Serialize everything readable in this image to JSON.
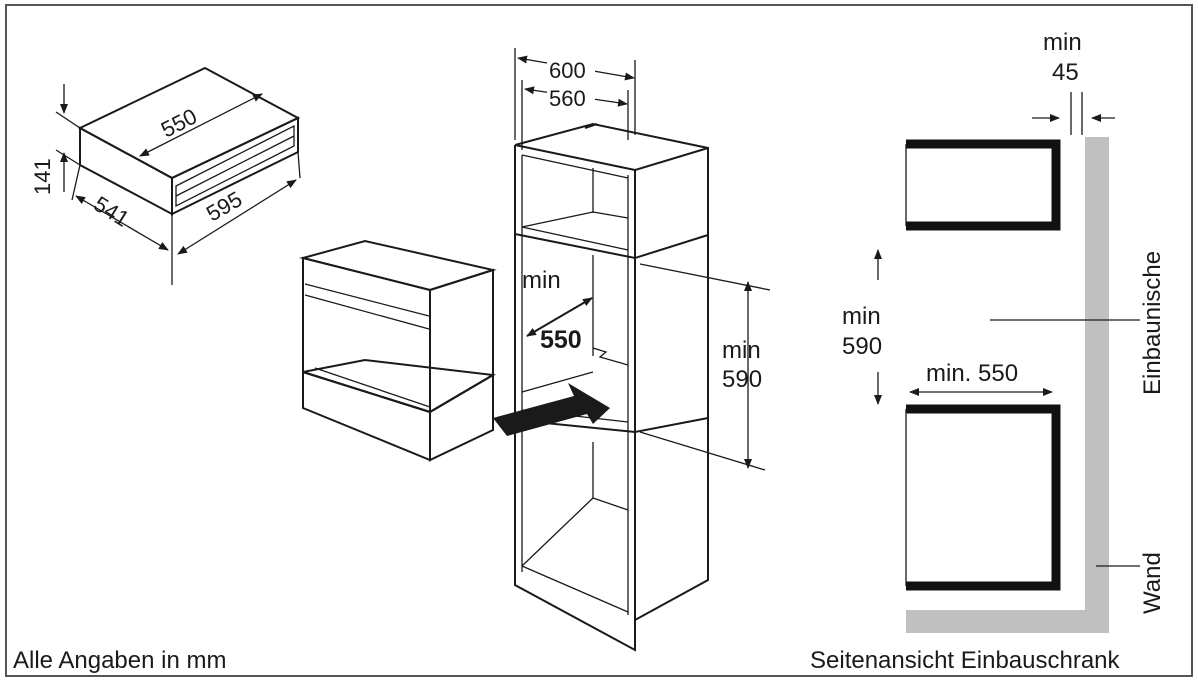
{
  "drawer_dimensions": {
    "width": "550",
    "height": "141",
    "depth": "541",
    "front_width": "595"
  },
  "cabinet_dimensions": {
    "outer_width": "600",
    "inner_width": "560",
    "niche_depth_label": "min",
    "niche_depth_value": "550",
    "niche_height_label": "min",
    "niche_height_value": "590"
  },
  "side_view": {
    "gap_label": "min",
    "gap_value": "45",
    "height_label": "min",
    "height_value": "590",
    "depth_label": "min. 550",
    "niche_label": "Einbaunische",
    "wall_label": "Wand",
    "caption": "Seitenansicht Einbauschrank"
  },
  "units_note": "Alle Angaben in mm",
  "colors": {
    "drawer_fill": "#c6c6c6",
    "wall_fill": "#c0c0c0",
    "frame": "#1a1a1a"
  }
}
